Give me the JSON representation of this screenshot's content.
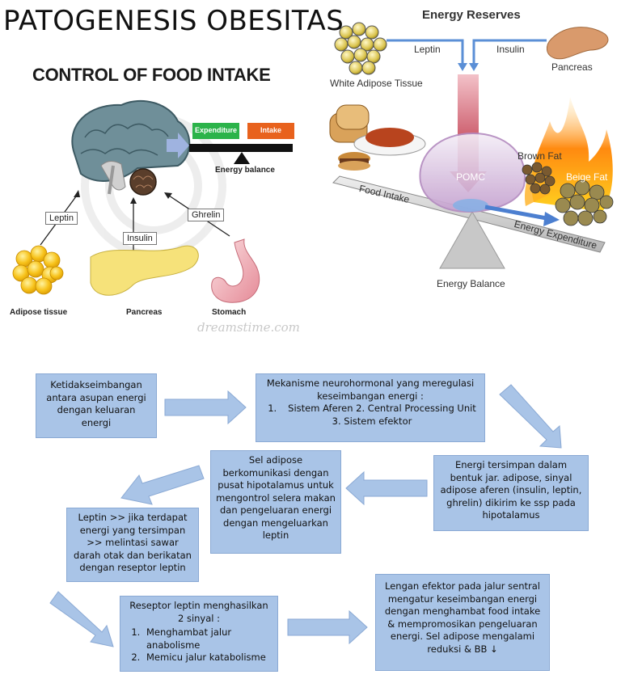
{
  "title": "PATOGENESIS OBESITAS",
  "left_figure": {
    "heading": "CONTROL OF FOOD INTAKE",
    "balance": {
      "left_label": "Expenditure",
      "right_label": "Intake",
      "caption": "Energy balance",
      "left_color": "#2bb34a",
      "right_color": "#e8621d"
    },
    "signals": [
      "Leptin",
      "Insulin",
      "Ghrelin"
    ],
    "organs": [
      "Adipose tissue",
      "Pancreas",
      "Stomach"
    ],
    "watermark": "dreamstime.com"
  },
  "right_figure": {
    "heading": "Energy Reserves",
    "signals": [
      "Leptin",
      "Insulin"
    ],
    "sources": [
      "White Adipose Tissue",
      "Pancreas"
    ],
    "center": "POMC",
    "fat_labels": [
      "Brown Fat",
      "Beige Fat"
    ],
    "scale_left": "Food Intake",
    "scale_right": "Energy Expenditure",
    "base": "Energy Balance"
  },
  "flow": {
    "box1": "Ketidakseimbangan antara asupan energi dengan keluaran energi",
    "box2": {
      "intro": "Mekanisme neurohormonal yang meregulasi keseimbangan energi :",
      "items": [
        "Sistem Aferen 2. Central Processing Unit 3. Sistem efektor"
      ]
    },
    "box3": "Energi tersimpan dalam bentuk jar. adipose, sinyal adipose aferen (insulin, leptin, ghrelin) dikirim ke ssp pada hipotalamus",
    "box4": "Sel adipose berkomunikasi dengan pusat hipotalamus untuk mengontrol selera makan dan pengeluaran energi dengan mengeluarkan leptin",
    "box5": "Leptin >> jika terdapat energi yang tersimpan >> melintasi sawar darah otak dan berikatan dengan reseptor leptin",
    "box6": {
      "intro": "Reseptor leptin menghasilkan 2 sinyal :",
      "items": [
        "Menghambat jalur anabolisme",
        "Memicu jalur katabolisme"
      ]
    },
    "box7": "Lengan efektor pada jalur sentral mengatur keseimbangan energi dengan menghambat food intake & mempromosikan pengeluaran energi. Sel adipose mengalami reduksi & BB ↓"
  }
}
